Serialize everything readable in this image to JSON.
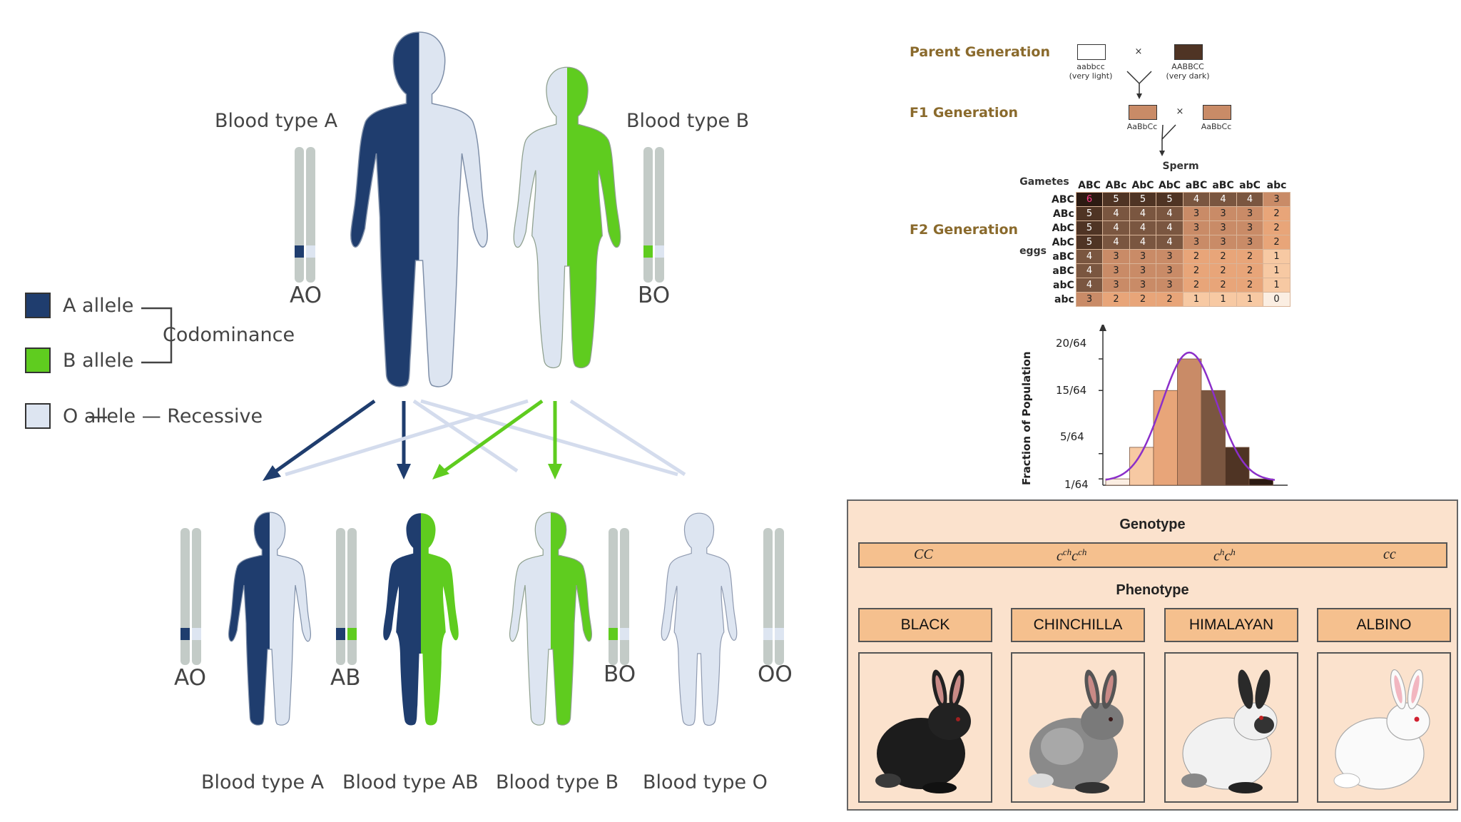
{
  "left": {
    "parents": {
      "a_label": "Blood type A",
      "b_label": "Blood type B",
      "a_genotype": "AO",
      "b_genotype": "BO"
    },
    "legend": {
      "a_allele": "A allele",
      "b_allele": "B allele",
      "o_allele": "O allele — Recessive",
      "codominance": "Codominance"
    },
    "children": [
      {
        "genotype": "AO",
        "label": "Blood type A"
      },
      {
        "genotype": "AB",
        "label": "Blood type AB"
      },
      {
        "genotype": "BO",
        "label": "Blood type B"
      },
      {
        "genotype": "OO",
        "label": "Blood type O"
      }
    ],
    "colors": {
      "a": "#1f3d6e",
      "b": "#5fcc1f",
      "o": "#dde5f1"
    }
  },
  "right": {
    "generations": {
      "parent": "Parent Generation",
      "f1": "F1 Generation",
      "f2": "F2 Generation"
    },
    "parent_cross": {
      "light_geno": "aabbcc",
      "light_desc": "(very light)",
      "dark_geno": "AABBCC",
      "dark_desc": "(very dark)",
      "cross_sign": "×"
    },
    "f1_cross": {
      "left_geno": "AaBbCc",
      "right_geno": "AaBbCc",
      "cross_sign": "×"
    },
    "punnett": {
      "sperm_label": "Sperm",
      "gametes_label": "Gametes",
      "eggs_label": "eggs",
      "cols": [
        "ABC",
        "ABc",
        "AbC",
        "AbC",
        "aBC",
        "aBC",
        "abC",
        "abc"
      ],
      "rows": [
        "ABC",
        "ABc",
        "AbC",
        "AbC",
        "aBC",
        "aBC",
        "abC",
        "abc"
      ],
      "values": [
        [
          6,
          5,
          5,
          5,
          4,
          4,
          4,
          3
        ],
        [
          5,
          4,
          4,
          4,
          3,
          3,
          3,
          2
        ],
        [
          5,
          4,
          4,
          4,
          3,
          3,
          3,
          2
        ],
        [
          5,
          4,
          4,
          4,
          3,
          3,
          3,
          2
        ],
        [
          4,
          3,
          3,
          3,
          2,
          2,
          2,
          1
        ],
        [
          4,
          3,
          3,
          3,
          2,
          2,
          2,
          1
        ],
        [
          4,
          3,
          3,
          3,
          2,
          2,
          2,
          1
        ],
        [
          3,
          2,
          2,
          2,
          1,
          1,
          1,
          0
        ]
      ],
      "shade_colors": [
        "#fbeee2",
        "#f7c9a3",
        "#e8a579",
        "#c98b67",
        "#7a5640",
        "#4f3424",
        "#2c1a12"
      ]
    },
    "chart_data": {
      "type": "bar",
      "ylabel": "Fraction of Population",
      "yticks": [
        "1/64",
        "5/64",
        "15/64",
        "20/64"
      ],
      "values": [
        1,
        6,
        15,
        20,
        15,
        6,
        1
      ],
      "curve": true
    },
    "rabbits": {
      "genotype_header": "Genotype",
      "phenotype_header": "Phenotype",
      "genotypes": [
        {
          "base": "CC",
          "sup": ""
        },
        {
          "base": "c",
          "sup": "ch",
          "base2": "c",
          "sup2": "ch"
        },
        {
          "base": "c",
          "sup": "h",
          "base2": "c",
          "sup2": "h"
        },
        {
          "base": "cc",
          "sup": ""
        }
      ],
      "phenotypes": [
        "BLACK",
        "CHINCHILLA",
        "HIMALAYAN",
        "ALBINO"
      ]
    }
  }
}
